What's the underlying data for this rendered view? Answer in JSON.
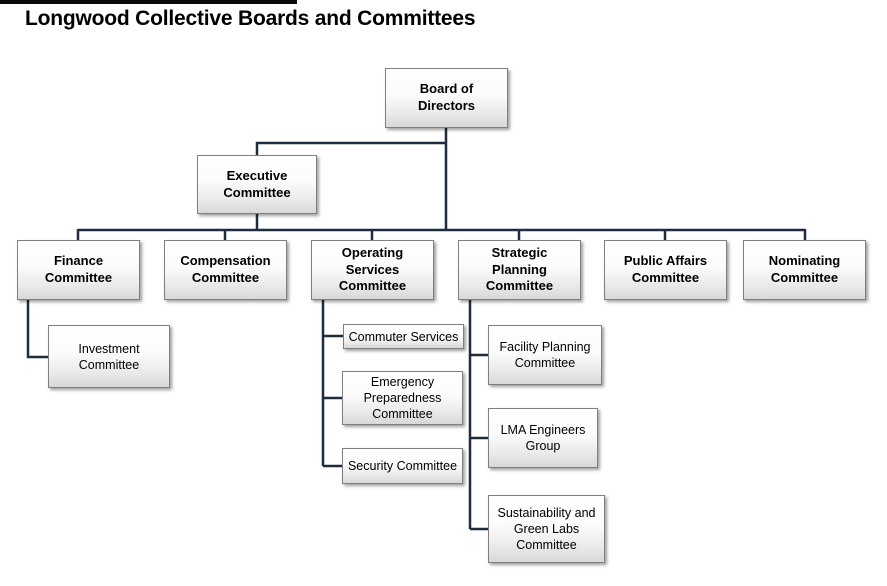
{
  "title": "Longwood Collective Boards and Committees",
  "colors": {
    "connector": "#1e2d3d",
    "box_border": "#7f7f7f",
    "box_fill_top": "#ffffff",
    "box_fill_bottom": "#d8d8d8",
    "text": "#000000",
    "top_bar": "#0a0a0a"
  },
  "nodes": {
    "board": {
      "label": "Board of\nDirectors"
    },
    "executive": {
      "label": "Executive\nCommittee"
    },
    "finance": {
      "label": "Finance\nCommittee"
    },
    "compensation": {
      "label": "Compensation\nCommittee"
    },
    "operating": {
      "label": "Operating Services\nCommittee"
    },
    "strategic": {
      "label": "Strategic Planning\nCommittee"
    },
    "public_affairs": {
      "label": "Public Affairs\nCommittee"
    },
    "nominating": {
      "label": "Nominating\nCommittee"
    },
    "investment": {
      "label": "Investment\nCommittee"
    },
    "commuter": {
      "label": "Commuter Services"
    },
    "emergency": {
      "label": "Emergency\nPreparedness\nCommittee"
    },
    "security": {
      "label": "Security Committee"
    },
    "facility": {
      "label": "Facility Planning\nCommittee"
    },
    "lma": {
      "label": "LMA Engineers\nGroup"
    },
    "sustainability": {
      "label": "Sustainability and\nGreen Labs\nCommittee"
    }
  },
  "edges": [
    [
      "board",
      "executive"
    ],
    [
      "board",
      "finance"
    ],
    [
      "board",
      "compensation"
    ],
    [
      "board",
      "operating"
    ],
    [
      "board",
      "strategic"
    ],
    [
      "board",
      "public_affairs"
    ],
    [
      "board",
      "nominating"
    ],
    [
      "finance",
      "investment"
    ],
    [
      "operating",
      "commuter"
    ],
    [
      "operating",
      "emergency"
    ],
    [
      "operating",
      "security"
    ],
    [
      "strategic",
      "facility"
    ],
    [
      "strategic",
      "lma"
    ],
    [
      "strategic",
      "sustainability"
    ]
  ]
}
